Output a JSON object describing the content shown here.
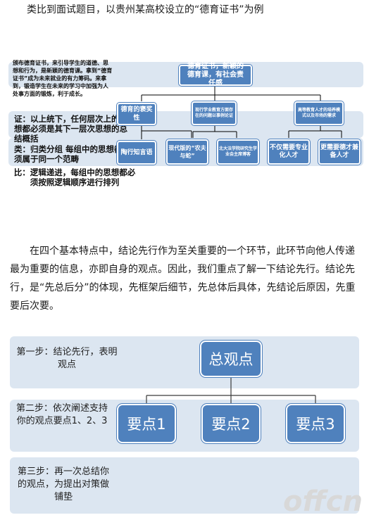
{
  "intro": "类比到面试题目，以贵州某高校设立的“德育证书”为例",
  "diagram1": {
    "left_text": "颁布德育证书，来引导学生的道德、思想和行为，是新颖的德育课。拿到“德育证书”成为未来就业的有力筹码。来拿到，锻造学生在未来的学习中加强为人处事方面的锻炼，利于成长。",
    "label_zheng": "证：以上统下，任何层次上的思想都必须是其下一层次思想的总结概括",
    "label_lei": "类：归类分组 每组中的思想都必须属于同一个范畴",
    "label_bi": "比：逻辑递进，每组中的思想都必须按照逻辑顺序进行排列",
    "top_node": "德育证书，新颖的德育课，有社会责任感",
    "mid_left": "德育的褒奖性",
    "mid_center": "现行学业教育方面存在的问题以事例论证",
    "mid_right": "高等教育人才的培养模式以及市场的需求",
    "leaf_1": "陶行知言语",
    "leaf_2": "现代版的“农夫与蛇”",
    "leaf_3": "北大法学院研究生学业会主席博客",
    "leaf_4": "不仅需要专业化人才",
    "leaf_5": "更需要德才兼备人才"
  },
  "paragraph": "在四个基本特点中，结论先行作为至关重要的一个环节，此环节向他人传递最为重要的信息，亦即自身的观点。因此，我们重点了解一下结论先行。结论先行，是“先总后分”的体现，先框架后细节，先总体后具体，先结论后原因，先重要后次要。",
  "diagram2": {
    "step1": "第一步：结论先行，表明观点",
    "step2": "第二步：依次阐述支持你的观点要点1、2、3",
    "step3": "第三步：再一次总结你的观点，为提出对策做铺垫",
    "main_node": "总观点",
    "points": [
      "要点1",
      "要点2",
      "要点3"
    ]
  },
  "watermark": "offcn"
}
